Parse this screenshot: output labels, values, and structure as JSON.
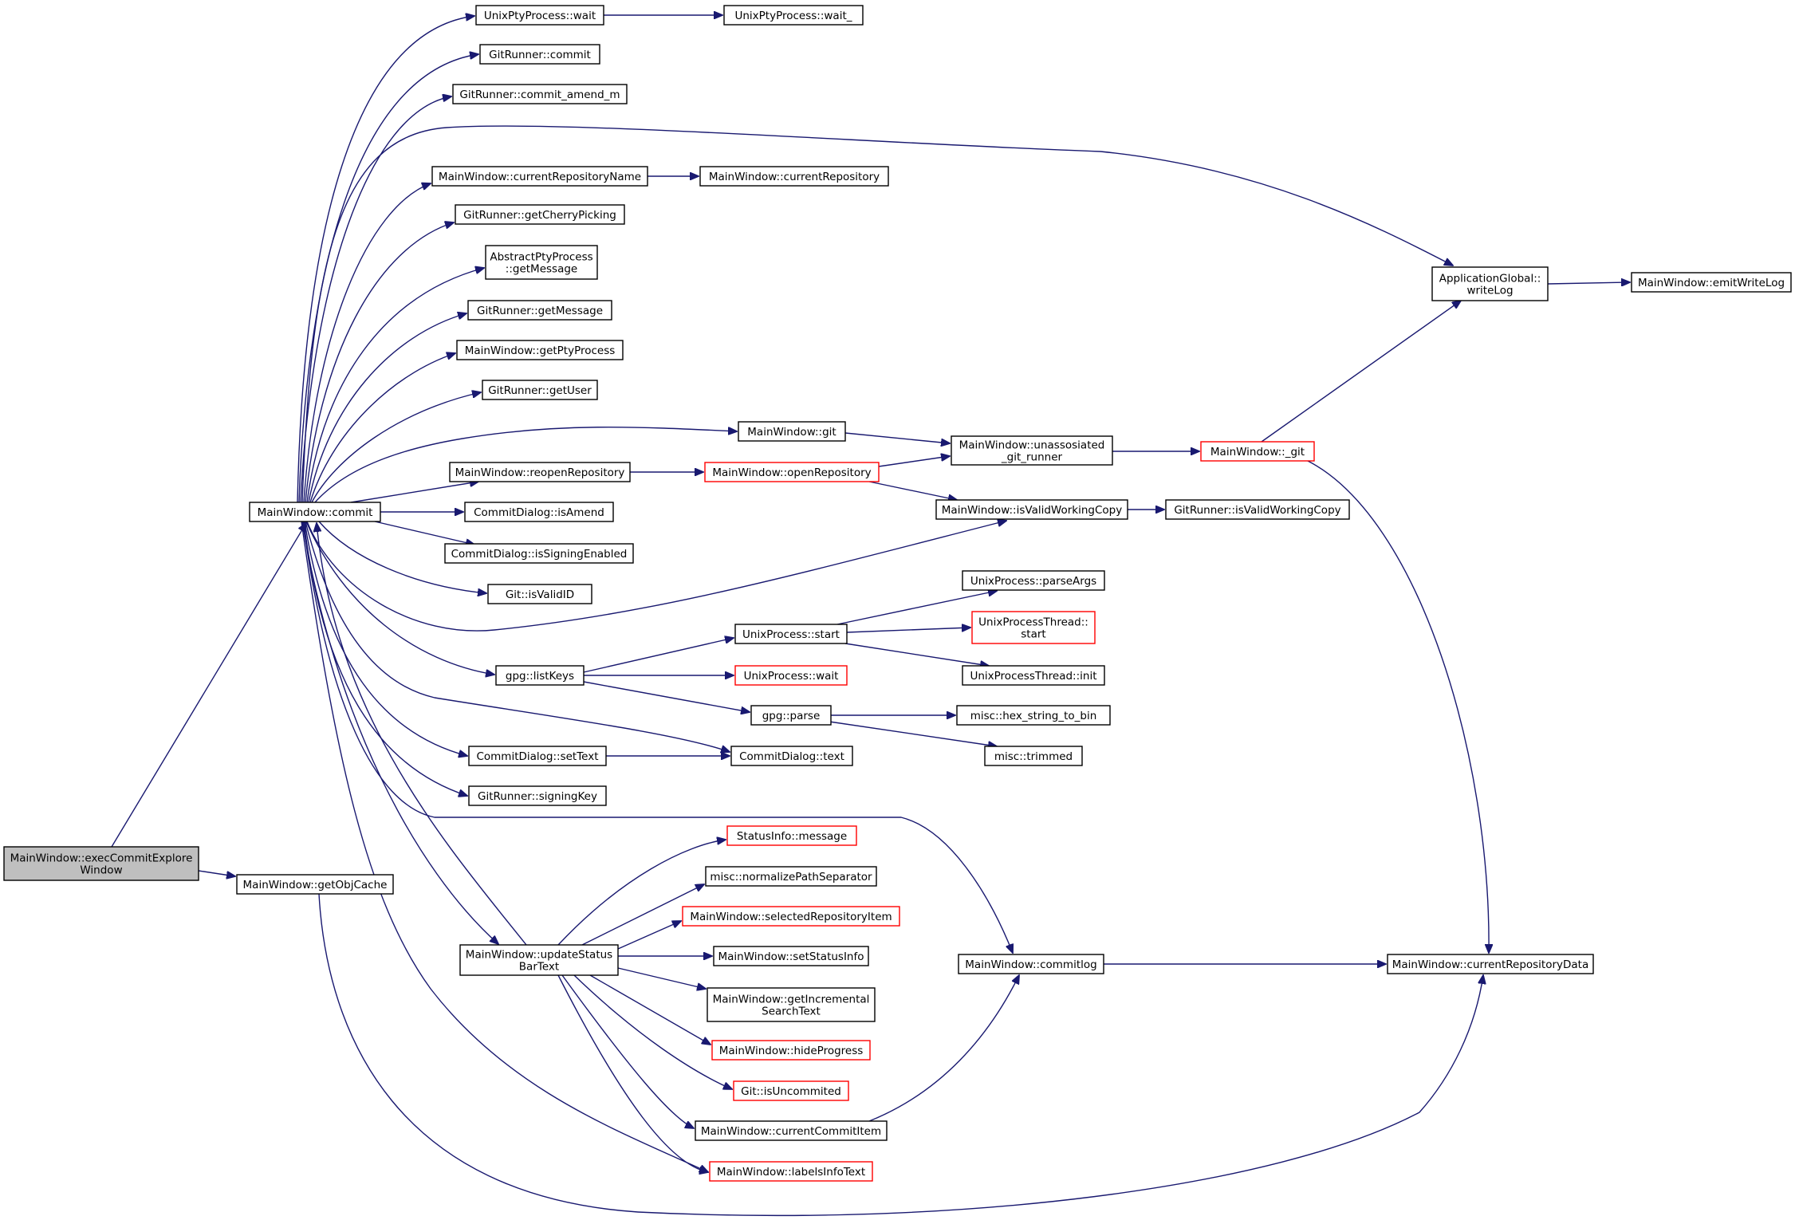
{
  "diagram": {
    "type": "call-graph",
    "colors": {
      "edge": "#191970",
      "node_border": "#000000",
      "truncated_border": "#ff0000",
      "root_fill": "#bfbfbf",
      "background": "#ffffff"
    },
    "nodes": [
      {
        "id": "execCommitExplore",
        "lines": [
          "MainWindow::execCommitExplore",
          "Window"
        ],
        "style": "root"
      },
      {
        "id": "commit",
        "lines": [
          "MainWindow::commit"
        ]
      },
      {
        "id": "getObjCache",
        "lines": [
          "MainWindow::getObjCache"
        ]
      },
      {
        "id": "unixPtyWait",
        "lines": [
          "UnixPtyProcess::wait"
        ]
      },
      {
        "id": "unixPtyWait_",
        "lines": [
          "UnixPtyProcess::wait_"
        ]
      },
      {
        "id": "gitCommit",
        "lines": [
          "GitRunner::commit"
        ]
      },
      {
        "id": "gitCommitAmend",
        "lines": [
          "GitRunner::commit_amend_m"
        ]
      },
      {
        "id": "curRepoName",
        "lines": [
          "MainWindow::currentRepositoryName"
        ]
      },
      {
        "id": "curRepo",
        "lines": [
          "MainWindow::currentRepository"
        ]
      },
      {
        "id": "getCherry",
        "lines": [
          "GitRunner::getCherryPicking"
        ]
      },
      {
        "id": "absGetMsg",
        "lines": [
          "AbstractPtyProcess",
          "::getMessage"
        ]
      },
      {
        "id": "gitGetMsg",
        "lines": [
          "GitRunner::getMessage"
        ]
      },
      {
        "id": "getPty",
        "lines": [
          "MainWindow::getPtyProcess"
        ]
      },
      {
        "id": "getUser",
        "lines": [
          "GitRunner::getUser"
        ]
      },
      {
        "id": "mwGit",
        "lines": [
          "MainWindow::git"
        ]
      },
      {
        "id": "unassoc",
        "lines": [
          "MainWindow::unassosiated",
          "_git_runner"
        ]
      },
      {
        "id": "mw_git",
        "lines": [
          "MainWindow::_git"
        ],
        "style": "truncated"
      },
      {
        "id": "writeLog",
        "lines": [
          "ApplicationGlobal::",
          "writeLog"
        ]
      },
      {
        "id": "emitWriteLog",
        "lines": [
          "MainWindow::emitWriteLog"
        ]
      },
      {
        "id": "reopenRepo",
        "lines": [
          "MainWindow::reopenRepository"
        ]
      },
      {
        "id": "openRepo",
        "lines": [
          "MainWindow::openRepository"
        ],
        "style": "truncated"
      },
      {
        "id": "isAmend",
        "lines": [
          "CommitDialog::isAmend"
        ]
      },
      {
        "id": "isValidWC",
        "lines": [
          "MainWindow::isValidWorkingCopy"
        ]
      },
      {
        "id": "gitIsValidWC",
        "lines": [
          "GitRunner::isValidWorkingCopy"
        ]
      },
      {
        "id": "isSigning",
        "lines": [
          "CommitDialog::isSigningEnabled"
        ]
      },
      {
        "id": "gitIsValidID",
        "lines": [
          "Git::isValidID"
        ]
      },
      {
        "id": "parseArgs",
        "lines": [
          "UnixProcess::parseArgs"
        ]
      },
      {
        "id": "upStart",
        "lines": [
          "UnixProcess::start"
        ]
      },
      {
        "id": "uptStart",
        "lines": [
          "UnixProcessThread::",
          "start"
        ],
        "style": "truncated"
      },
      {
        "id": "uptInit",
        "lines": [
          "UnixProcessThread::init"
        ]
      },
      {
        "id": "listKeys",
        "lines": [
          "gpg::listKeys"
        ]
      },
      {
        "id": "upWait",
        "lines": [
          "UnixProcess::wait"
        ],
        "style": "truncated"
      },
      {
        "id": "gpgParse",
        "lines": [
          "gpg::parse"
        ]
      },
      {
        "id": "hexToBin",
        "lines": [
          "misc::hex_string_to_bin"
        ]
      },
      {
        "id": "setText",
        "lines": [
          "CommitDialog::setText"
        ]
      },
      {
        "id": "cdText",
        "lines": [
          "CommitDialog::text"
        ]
      },
      {
        "id": "trimmed",
        "lines": [
          "misc::trimmed"
        ]
      },
      {
        "id": "signingKey",
        "lines": [
          "GitRunner::signingKey"
        ]
      },
      {
        "id": "siMessage",
        "lines": [
          "StatusInfo::message"
        ],
        "style": "truncated"
      },
      {
        "id": "normPath",
        "lines": [
          "misc::normalizePathSeparator"
        ]
      },
      {
        "id": "selRepoItem",
        "lines": [
          "MainWindow::selectedRepositoryItem"
        ],
        "style": "truncated"
      },
      {
        "id": "updStatus",
        "lines": [
          "MainWindow::updateStatus",
          "BarText"
        ]
      },
      {
        "id": "setStatusInfo",
        "lines": [
          "MainWindow::setStatusInfo"
        ]
      },
      {
        "id": "commitlog",
        "lines": [
          "MainWindow::commitlog"
        ]
      },
      {
        "id": "curRepoData",
        "lines": [
          "MainWindow::currentRepositoryData"
        ]
      },
      {
        "id": "getIncSearch",
        "lines": [
          "MainWindow::getIncremental",
          "SearchText"
        ]
      },
      {
        "id": "hideProgress",
        "lines": [
          "MainWindow::hideProgress"
        ],
        "style": "truncated"
      },
      {
        "id": "isUncommited",
        "lines": [
          "Git::isUncommited"
        ],
        "style": "truncated"
      },
      {
        "id": "curCommitItem",
        "lines": [
          "MainWindow::currentCommitItem"
        ]
      },
      {
        "id": "labelsInfo",
        "lines": [
          "MainWindow::labelsInfoText"
        ],
        "style": "truncated"
      }
    ],
    "edges": [
      [
        "execCommitExplore",
        "commit"
      ],
      [
        "execCommitExplore",
        "getObjCache"
      ],
      [
        "commit",
        "unixPtyWait"
      ],
      [
        "unixPtyWait",
        "unixPtyWait_"
      ],
      [
        "commit",
        "gitCommit"
      ],
      [
        "commit",
        "gitCommitAmend"
      ],
      [
        "commit",
        "writeLog"
      ],
      [
        "commit",
        "curRepoName"
      ],
      [
        "curRepoName",
        "curRepo"
      ],
      [
        "commit",
        "getCherry"
      ],
      [
        "commit",
        "absGetMsg"
      ],
      [
        "commit",
        "gitGetMsg"
      ],
      [
        "commit",
        "getPty"
      ],
      [
        "commit",
        "getUser"
      ],
      [
        "commit",
        "mwGit"
      ],
      [
        "mwGit",
        "unassoc"
      ],
      [
        "unassoc",
        "mw_git"
      ],
      [
        "mw_git",
        "writeLog"
      ],
      [
        "mw_git",
        "curRepoData"
      ],
      [
        "writeLog",
        "emitWriteLog"
      ],
      [
        "commit",
        "reopenRepo"
      ],
      [
        "reopenRepo",
        "openRepo"
      ],
      [
        "openRepo",
        "unassoc"
      ],
      [
        "openRepo",
        "isValidWC"
      ],
      [
        "commit",
        "isAmend"
      ],
      [
        "commit",
        "isSigning"
      ],
      [
        "commit",
        "gitIsValidID"
      ],
      [
        "commit",
        "isValidWC"
      ],
      [
        "isValidWC",
        "gitIsValidWC"
      ],
      [
        "commit",
        "listKeys"
      ],
      [
        "listKeys",
        "upStart"
      ],
      [
        "listKeys",
        "upWait"
      ],
      [
        "listKeys",
        "gpgParse"
      ],
      [
        "upStart",
        "parseArgs"
      ],
      [
        "upStart",
        "uptStart"
      ],
      [
        "upStart",
        "uptInit"
      ],
      [
        "gpgParse",
        "hexToBin"
      ],
      [
        "gpgParse",
        "trimmed"
      ],
      [
        "commit",
        "cdText"
      ],
      [
        "commit",
        "setText"
      ],
      [
        "setText",
        "cdText"
      ],
      [
        "commit",
        "signingKey"
      ],
      [
        "commit",
        "commitlog"
      ],
      [
        "commit",
        "updStatus"
      ],
      [
        "commit",
        "labelsInfo"
      ],
      [
        "commitlog",
        "curRepoData"
      ],
      [
        "updStatus",
        "siMessage"
      ],
      [
        "updStatus",
        "normPath"
      ],
      [
        "updStatus",
        "selRepoItem"
      ],
      [
        "updStatus",
        "setStatusInfo"
      ],
      [
        "updStatus",
        "getIncSearch"
      ],
      [
        "updStatus",
        "hideProgress"
      ],
      [
        "updStatus",
        "isUncommited"
      ],
      [
        "updStatus",
        "curCommitItem"
      ],
      [
        "updStatus",
        "labelsInfo"
      ],
      [
        "updStatus",
        "commit"
      ],
      [
        "curCommitItem",
        "commitlog"
      ],
      [
        "getObjCache",
        "curRepoData"
      ]
    ]
  }
}
